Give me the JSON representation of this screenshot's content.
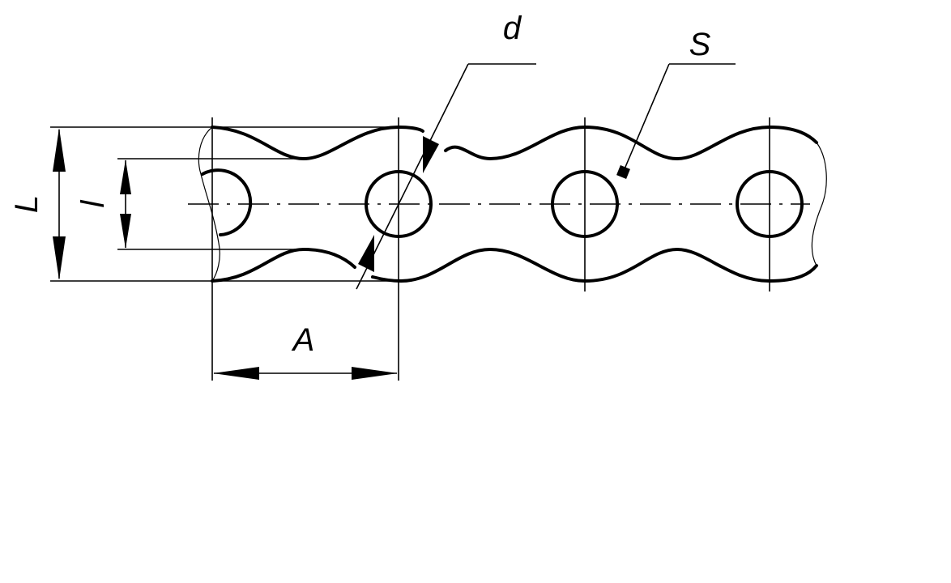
{
  "labels": {
    "d": "d",
    "S": "S",
    "L": "L",
    "l": "l",
    "A": "A"
  }
}
